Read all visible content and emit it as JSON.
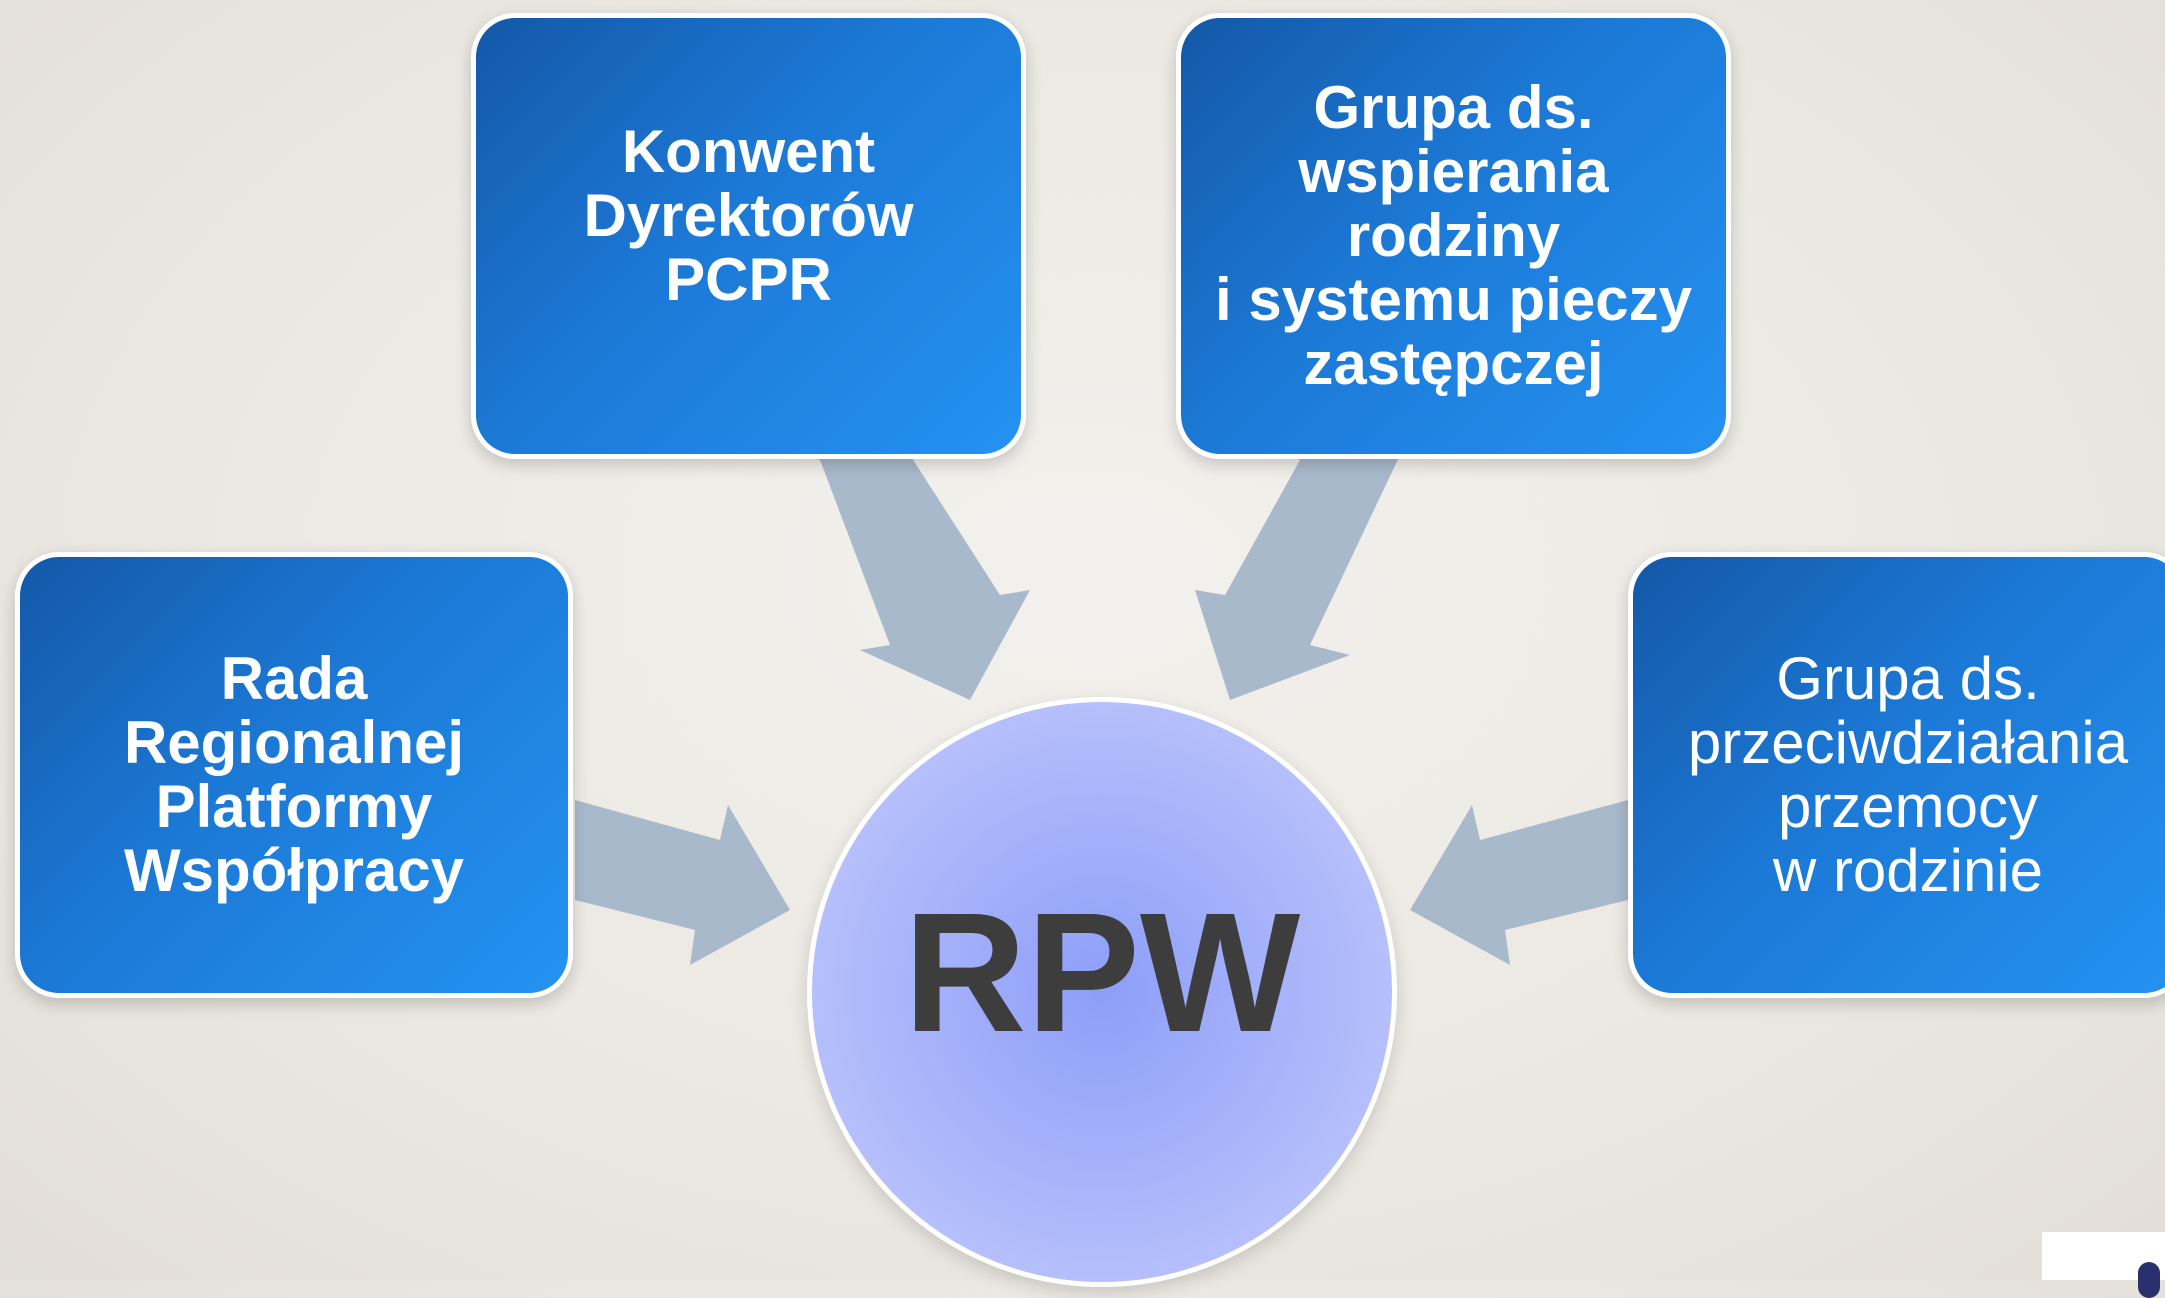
{
  "diagram": {
    "center": {
      "label": "RPW"
    },
    "boxes": {
      "konwent": {
        "text": "Konwent\nDyrektorów\nPCPR"
      },
      "grupa_rodzina": {
        "text": "Grupa ds.\nwspierania\nrodziny\ni systemu pieczy\nzastępczej"
      },
      "rada": {
        "text": "Rada\nRegionalnej\nPlatformy\nWspółpracy"
      },
      "grupa_przemoc": {
        "text": "Grupa ds.\nprzeciwdziałania\nprzemocy\nw rodzinie"
      }
    }
  },
  "colors": {
    "box_gradient": [
      "#1458a8",
      "#2492f2"
    ],
    "box_border": "#ffffff",
    "box_text": "#ffffff",
    "arrow": "#a9b9cc",
    "circle_gradient": [
      "#8d9ef8",
      "#c6cdfc"
    ],
    "center_text": "#3d3d3d",
    "background": "#ebe8e2"
  }
}
